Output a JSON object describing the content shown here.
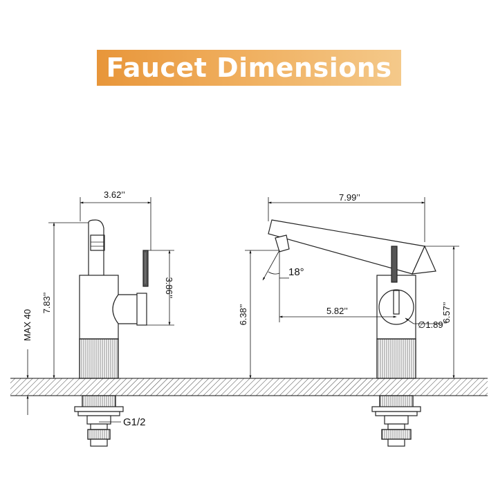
{
  "title": "Faucet Dimensions",
  "colors": {
    "banner_gradient_start": "#e8963a",
    "banner_gradient_end": "#f4c98a",
    "line": "#111111",
    "hatch": "#333333"
  },
  "side_view": {
    "width_label": "3.62’’",
    "height_label": "7.83’’",
    "handle_label": "3.86’’",
    "max_label": "MAX 40",
    "thread_label": "G1/2"
  },
  "front_view": {
    "reach_label": "7.99’’",
    "angle_label": "18°",
    "spout_height_label": "6.38’’",
    "total_height_label": "6.57’’",
    "spout_reach_label": "5.82’’",
    "diameter_label": "∅1.89’’"
  }
}
